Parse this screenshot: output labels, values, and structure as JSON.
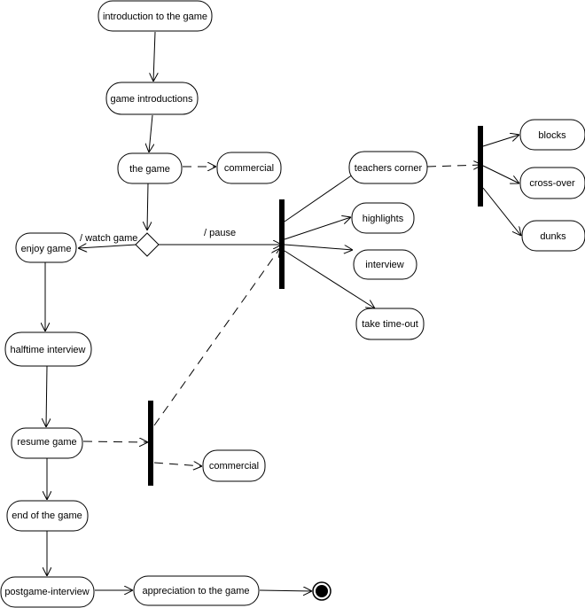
{
  "nodes": {
    "intro": "introduction to the game",
    "introductions": "game introductions",
    "the_game": "the game",
    "commercial_1": "commercial",
    "enjoy_game": "enjoy game",
    "halftime": "halftime interview",
    "resume": "resume game",
    "commercial_2": "commercial",
    "end": "end of the game",
    "postgame": "postgame-interview",
    "appreciation": "appreciation to the game",
    "teachers_corner": "teachers corner",
    "highlights": "highlights",
    "interview": "interview",
    "timeout": "take time-out",
    "blocks": "blocks",
    "crossover": "cross-over",
    "dunks": "dunks"
  },
  "edge_labels": {
    "watch": "/ watch game",
    "pause": "/ pause"
  }
}
